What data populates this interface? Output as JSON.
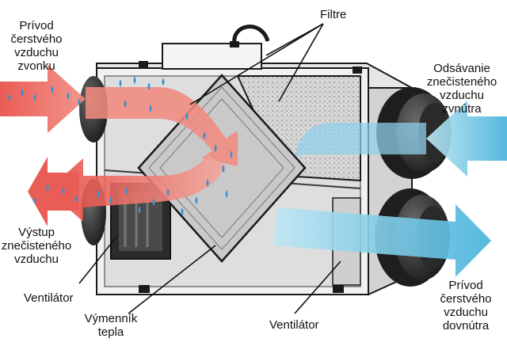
{
  "labels": {
    "filters": "Filtre",
    "fresh_intake": "Prívod\nčerstvého\nvzduchu\nzvonku",
    "stale_exhaust": "Výstup\nznečisteného\nvzduchu",
    "stale_intake": "Odsávanie\nznečisteného\nvzduchu\nzvnútra",
    "fresh_supply": "Prívod\nčerstvého\nvzduchu\ndovnútra",
    "fan_left": "Ventilátor",
    "fan_right": "Ventilátor",
    "heat_exchanger": "Výmenník\ntepla"
  },
  "colors": {
    "warm_air": "#e8463f",
    "cool_air": "#47b3dc",
    "droplet": "#3c8fd0",
    "housing": "#f1f1f1",
    "outline": "#1a1a1a",
    "duct": "#2b2b2b"
  },
  "icons": {
    "droplet": "droplet-icon",
    "fan": "fan-icon"
  }
}
